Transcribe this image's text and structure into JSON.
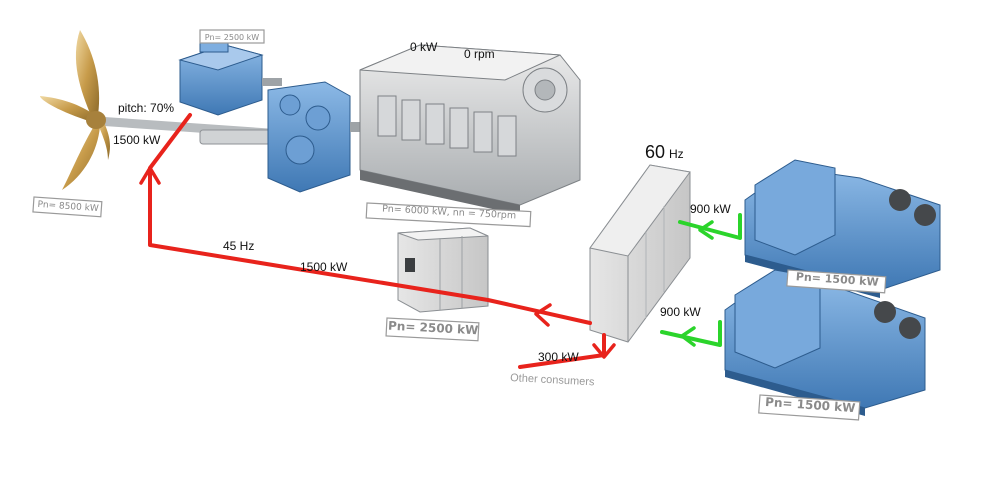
{
  "propeller": {
    "rating": "Pn= 8500 kW",
    "pitch": "pitch: 70%",
    "power": "1500 kW"
  },
  "shaft_motor": {
    "rating": "Pn= 2500 kW"
  },
  "main_engine": {
    "power": "0 kW",
    "speed": "0 rpm",
    "rating": "Pn= 6000 kW, nn = 750rpm"
  },
  "converter": {
    "frequency": "45 Hz",
    "power": "1500 kW",
    "rating": "Pn= 2500 kW"
  },
  "switchboard": {
    "frequency_value": "60",
    "frequency_unit": "Hz"
  },
  "consumers": {
    "power": "300 kW",
    "label": "Other consumers"
  },
  "generator_1": {
    "power": "900 kW",
    "rating": "Pn= 1500 kW"
  },
  "generator_2": {
    "power": "900 kW",
    "rating": "Pn= 1500 kW"
  },
  "colors": {
    "motor_flow": "#e8231c",
    "generator_flow": "#2bd42b",
    "machinery": "#5b94cf",
    "engine": "#c9ccce",
    "propeller": "#c7a25a"
  }
}
